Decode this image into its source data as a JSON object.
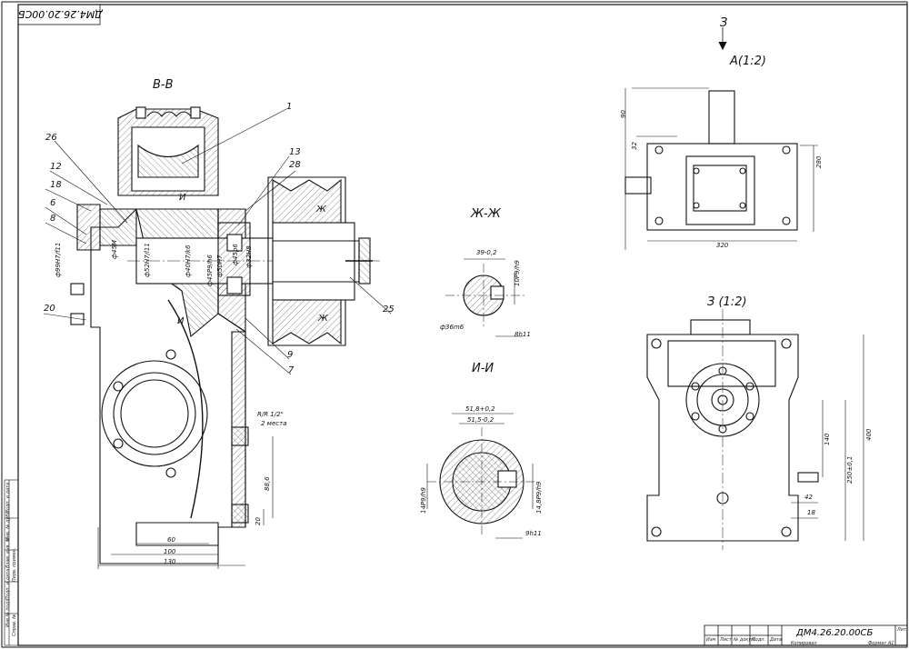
{
  "drawing": {
    "code_top_left": "ДМ4.26.20.00СБ",
    "title_block_code": "ДМ4.26.20.00СБ",
    "title_block_small": {
      "f1": "Изм",
      "f2": "Лист",
      "f3": "№ докум.",
      "f4": "Подп.",
      "f5": "Дата",
      "copied": "Копировал",
      "format": "Формат А1",
      "sheet_mark": "Лит."
    }
  },
  "views": {
    "section_vv": "В-В",
    "section_zhzh": "Ж-Ж",
    "section_ii": "И-И",
    "view_a": "А(1:2)",
    "view_z": "З (1:2)",
    "view_arrow": "З"
  },
  "markers": {
    "zh1": "Ж",
    "zh2": "Ж",
    "i1": "И",
    "i2": "И"
  },
  "callouts": [
    "1",
    "26",
    "12",
    "18",
    "6",
    "8",
    "20",
    "13",
    "28",
    "25",
    "9",
    "7"
  ],
  "dimensions": {
    "phi99": "ф99Н7/f11",
    "phi40": "ф40Н7/k6",
    "phi52": "ф52Н7/l11",
    "phi45": "ф45Р9/h6",
    "phi50": "ф50Н7",
    "phi45b": "ф45р6",
    "phi32": "ф32Н8",
    "phi45m": "ф45М",
    "thread": "R/R 1/2\"",
    "two_places": "2 места",
    "d60": "60",
    "d100": "100",
    "d130": "130",
    "d88": "88,6",
    "d20": "20",
    "zh_39": "39-0,2",
    "zh_10": "10Р9/h9",
    "zh_36": "ф36m6",
    "zh_8": "8h11",
    "ii_51": "51,8+0,2",
    "ii_51b": "51,5-0,2",
    "ii_14": "14Р9/h9",
    "ii_14b": "14,8Р9/h9",
    "ii_9": "9h11",
    "a_90": "90",
    "a_32": "32",
    "a_280": "280",
    "a_320": "320",
    "z_400": "400",
    "z_140": "140",
    "z_250": "250±0,1",
    "z_42": "42",
    "z_18": "18"
  },
  "side_stamp": [
    "Инв.№ подл.",
    "Подп. и дата",
    "Взам. инв. №",
    "Инв. № дубл.",
    "Подп. и дата",
    "Справ. №",
    "Перв. примен."
  ]
}
